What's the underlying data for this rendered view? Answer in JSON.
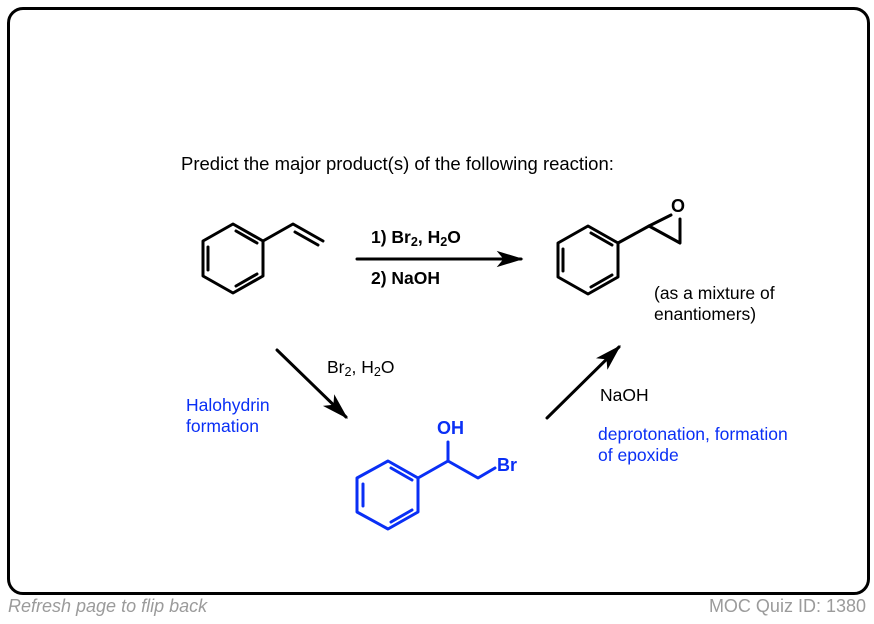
{
  "question": {
    "prompt": "Predict the major product(s) of the following reaction:"
  },
  "direct_reaction": {
    "step1_prefix": "1) Br",
    "step1_sub1": "2",
    "step1_mid": ", H",
    "step1_sub2": "2",
    "step1_suffix": "O",
    "step2": "2) NaOH"
  },
  "product": {
    "oxygen_label": "O",
    "note_line1": "(as a mixture of",
    "note_line2": "enantiomers)"
  },
  "step_a": {
    "reagent_prefix": "Br",
    "reagent_sub1": "2",
    "reagent_mid": ", H",
    "reagent_sub2": "2",
    "reagent_suffix": "O",
    "explanation_line1": "Halohydrin",
    "explanation_line2": "formation"
  },
  "intermediate": {
    "oh_label": "OH",
    "br_label": "Br"
  },
  "step_b": {
    "reagent": "NaOH",
    "explanation_line1": "deprotonation, formation",
    "explanation_line2": "of epoxide"
  },
  "footer": {
    "flip_hint": "Refresh page to flip back",
    "quiz_id": "MOC Quiz ID: 1380"
  },
  "colors": {
    "annotation_blue": "#0a2ff5",
    "footer_gray": "#9b9b9b",
    "ink": "#000000"
  }
}
